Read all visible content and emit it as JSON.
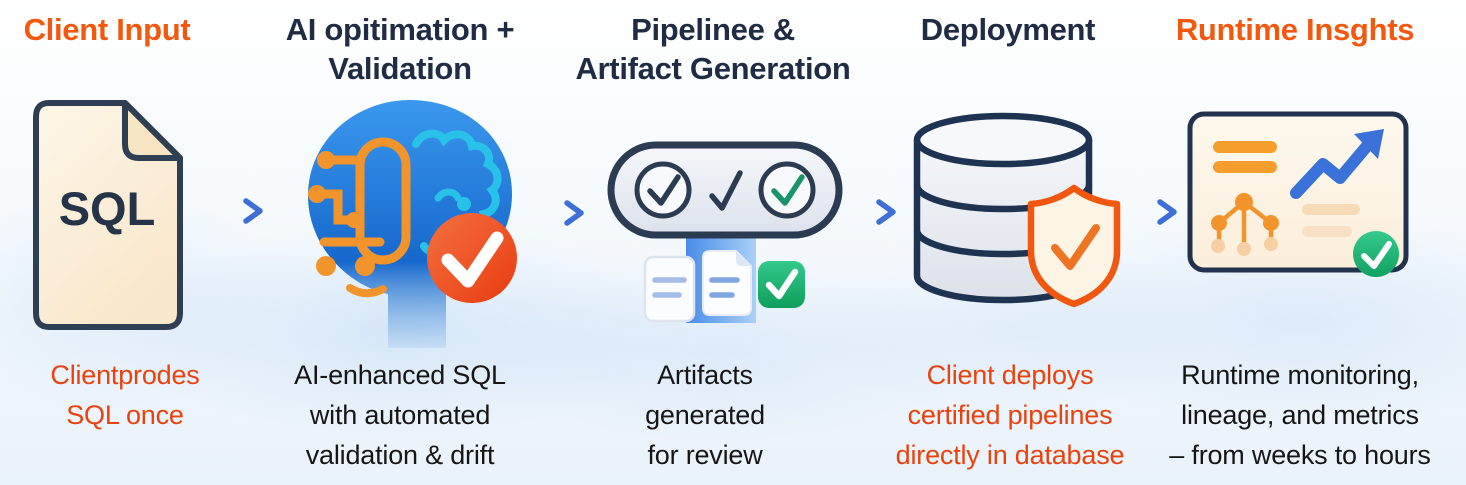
{
  "palette": {
    "background_top": "#ffffff",
    "background_bottom": "#eaf2fa",
    "title_orange": "#f2590f",
    "title_navy": "#1f2c44",
    "caption_orange": "#e8430f",
    "caption_dark": "#161616",
    "arrow_blue": "#3e6fd6",
    "head_blue": "#1a72d4",
    "circuit_orange": "#f2942c",
    "brain_cyan": "#28c2e8",
    "check_red": "#e83c10",
    "check_green": "#1fb573",
    "outline_navy": "#2b3b52",
    "cream_fill": "#fdf3e2"
  },
  "stages": [
    {
      "name": "client-input",
      "title_lines": [
        "Client Input"
      ],
      "icon": "sql-document-icon",
      "icon_label": "SQL",
      "caption_lines": [
        "Clientprodes",
        "SQL once"
      ]
    },
    {
      "name": "ai-optimization-validation",
      "title_lines": [
        "AI opitimation +",
        "Validation"
      ],
      "icon": "ai-brain-check-icon",
      "caption_lines": [
        "AI-enhanced SQL",
        "with automated",
        "validation & drift"
      ]
    },
    {
      "name": "pipeline-artifact-generation",
      "title_lines": [
        "Pipelinee &",
        "Artifact Generation"
      ],
      "icon": "pipeline-checks-documents-icon",
      "caption_lines": [
        "Artifacts",
        "generated",
        "for review"
      ]
    },
    {
      "name": "deployment",
      "title_lines": [
        "Deployment"
      ],
      "icon": "database-shield-check-icon",
      "caption_lines": [
        "Client deploys",
        "certified pipelines",
        "directly in database"
      ]
    },
    {
      "name": "runtime-insights",
      "title_lines": [
        "Runtime Insghts"
      ],
      "icon": "analytics-dashboard-check-icon",
      "caption_lines": [
        "Runtime monitoring,",
        "lineage, and metrics",
        "– from weeks to hours"
      ]
    }
  ],
  "connectors": {
    "icon": "arrow-right-icon",
    "count": 4,
    "color": "#3e6fd6"
  }
}
